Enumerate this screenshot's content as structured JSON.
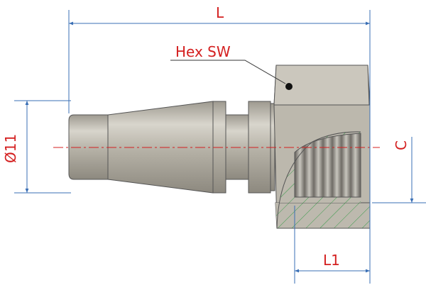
{
  "dimensions": {
    "length": "L",
    "hex": "Hex SW",
    "diameter": "Ø11",
    "thread": "C",
    "thread_length": "L1"
  },
  "colors": {
    "dimension_line": "#3a6fb5",
    "label": "#d42020",
    "body": "#b9b5aa",
    "hatch": "#3a9a4a"
  }
}
